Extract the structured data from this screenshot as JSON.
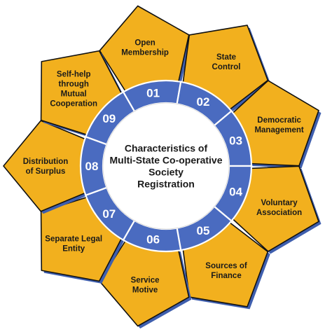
{
  "diagram": {
    "title_lines": [
      "Characteristics of",
      "Multi-State Co-operative",
      "Society",
      "Registration"
    ],
    "colors": {
      "petal_fill": "#F2B01E",
      "petal_shadow": "#3F5FAE",
      "ring": "#4A6BC0",
      "center": "#ffffff"
    },
    "items": [
      {
        "number": "01",
        "label_lines": [
          "Open",
          "Membership"
        ]
      },
      {
        "number": "02",
        "label_lines": [
          "State",
          "Control"
        ]
      },
      {
        "number": "03",
        "label_lines": [
          "Democratic",
          "Management"
        ]
      },
      {
        "number": "04",
        "label_lines": [
          "Voluntary",
          "Association"
        ]
      },
      {
        "number": "05",
        "label_lines": [
          "Sources of",
          "Finance"
        ]
      },
      {
        "number": "06",
        "label_lines": [
          "Service",
          "Motive"
        ]
      },
      {
        "number": "07",
        "label_lines": [
          "Separate Legal",
          "Entity"
        ]
      },
      {
        "number": "08",
        "label_lines": [
          "Distribution",
          "of Surplus"
        ]
      },
      {
        "number": "09",
        "label_lines": [
          "Self-help",
          "through",
          "Mutual",
          "Cooperation"
        ]
      }
    ]
  }
}
